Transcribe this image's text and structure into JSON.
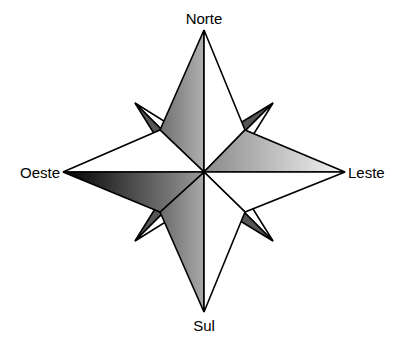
{
  "diagram": {
    "labels": [
      "Norte",
      "Leste",
      "Sul",
      "Oeste"
    ]
  }
}
